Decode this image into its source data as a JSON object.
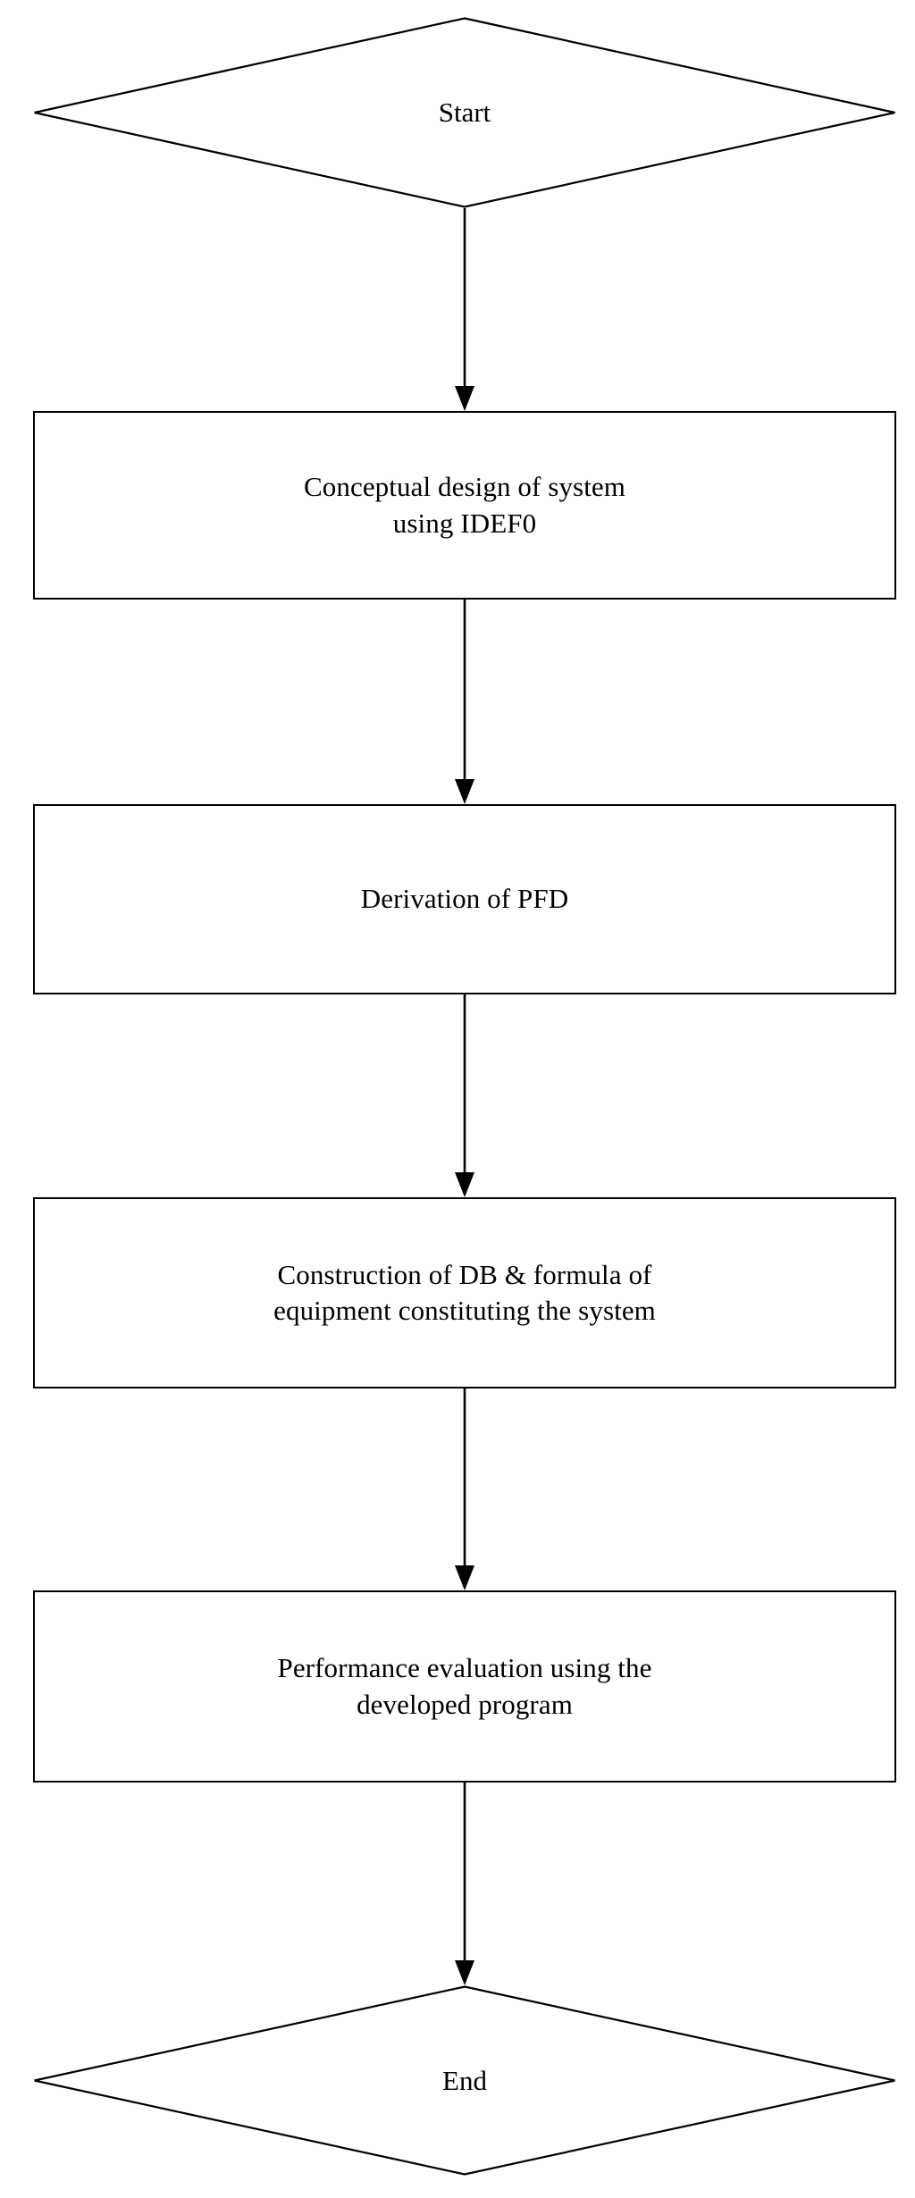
{
  "diagram": {
    "type": "flowchart",
    "orientation": "top-to-bottom",
    "background_color": "#ffffff",
    "line_color": "#000000",
    "text_color": "#000000",
    "nodes": [
      {
        "id": "start",
        "shape": "diamond",
        "label": "Start"
      },
      {
        "id": "conceptual-design",
        "shape": "rectangle",
        "label": "Conceptual design of system\nusing IDEF0"
      },
      {
        "id": "derivation-of-pfd",
        "shape": "rectangle",
        "label": "Derivation of PFD"
      },
      {
        "id": "construction-of-db",
        "shape": "rectangle",
        "label": "Construction of DB & formula of\nequipment constituting the system"
      },
      {
        "id": "performance-evaluation",
        "shape": "rectangle",
        "label": "Performance evaluation using the\ndeveloped program"
      },
      {
        "id": "end",
        "shape": "diamond",
        "label": "End"
      }
    ],
    "edges": [
      {
        "id": "edge-1",
        "from": "start",
        "to": "conceptual-design",
        "arrow": "down-arrow",
        "label": ""
      },
      {
        "id": "edge-2",
        "from": "conceptual-design",
        "to": "derivation-of-pfd",
        "arrow": "down-arrow",
        "label": ""
      },
      {
        "id": "edge-3",
        "from": "derivation-of-pfd",
        "to": "construction-of-db",
        "arrow": "down-arrow",
        "label": ""
      },
      {
        "id": "edge-4",
        "from": "construction-of-db",
        "to": "performance-evaluation",
        "arrow": "down-arrow",
        "label": ""
      },
      {
        "id": "edge-5",
        "from": "performance-evaluation",
        "to": "end",
        "arrow": "down-arrow",
        "label": ""
      }
    ]
  }
}
